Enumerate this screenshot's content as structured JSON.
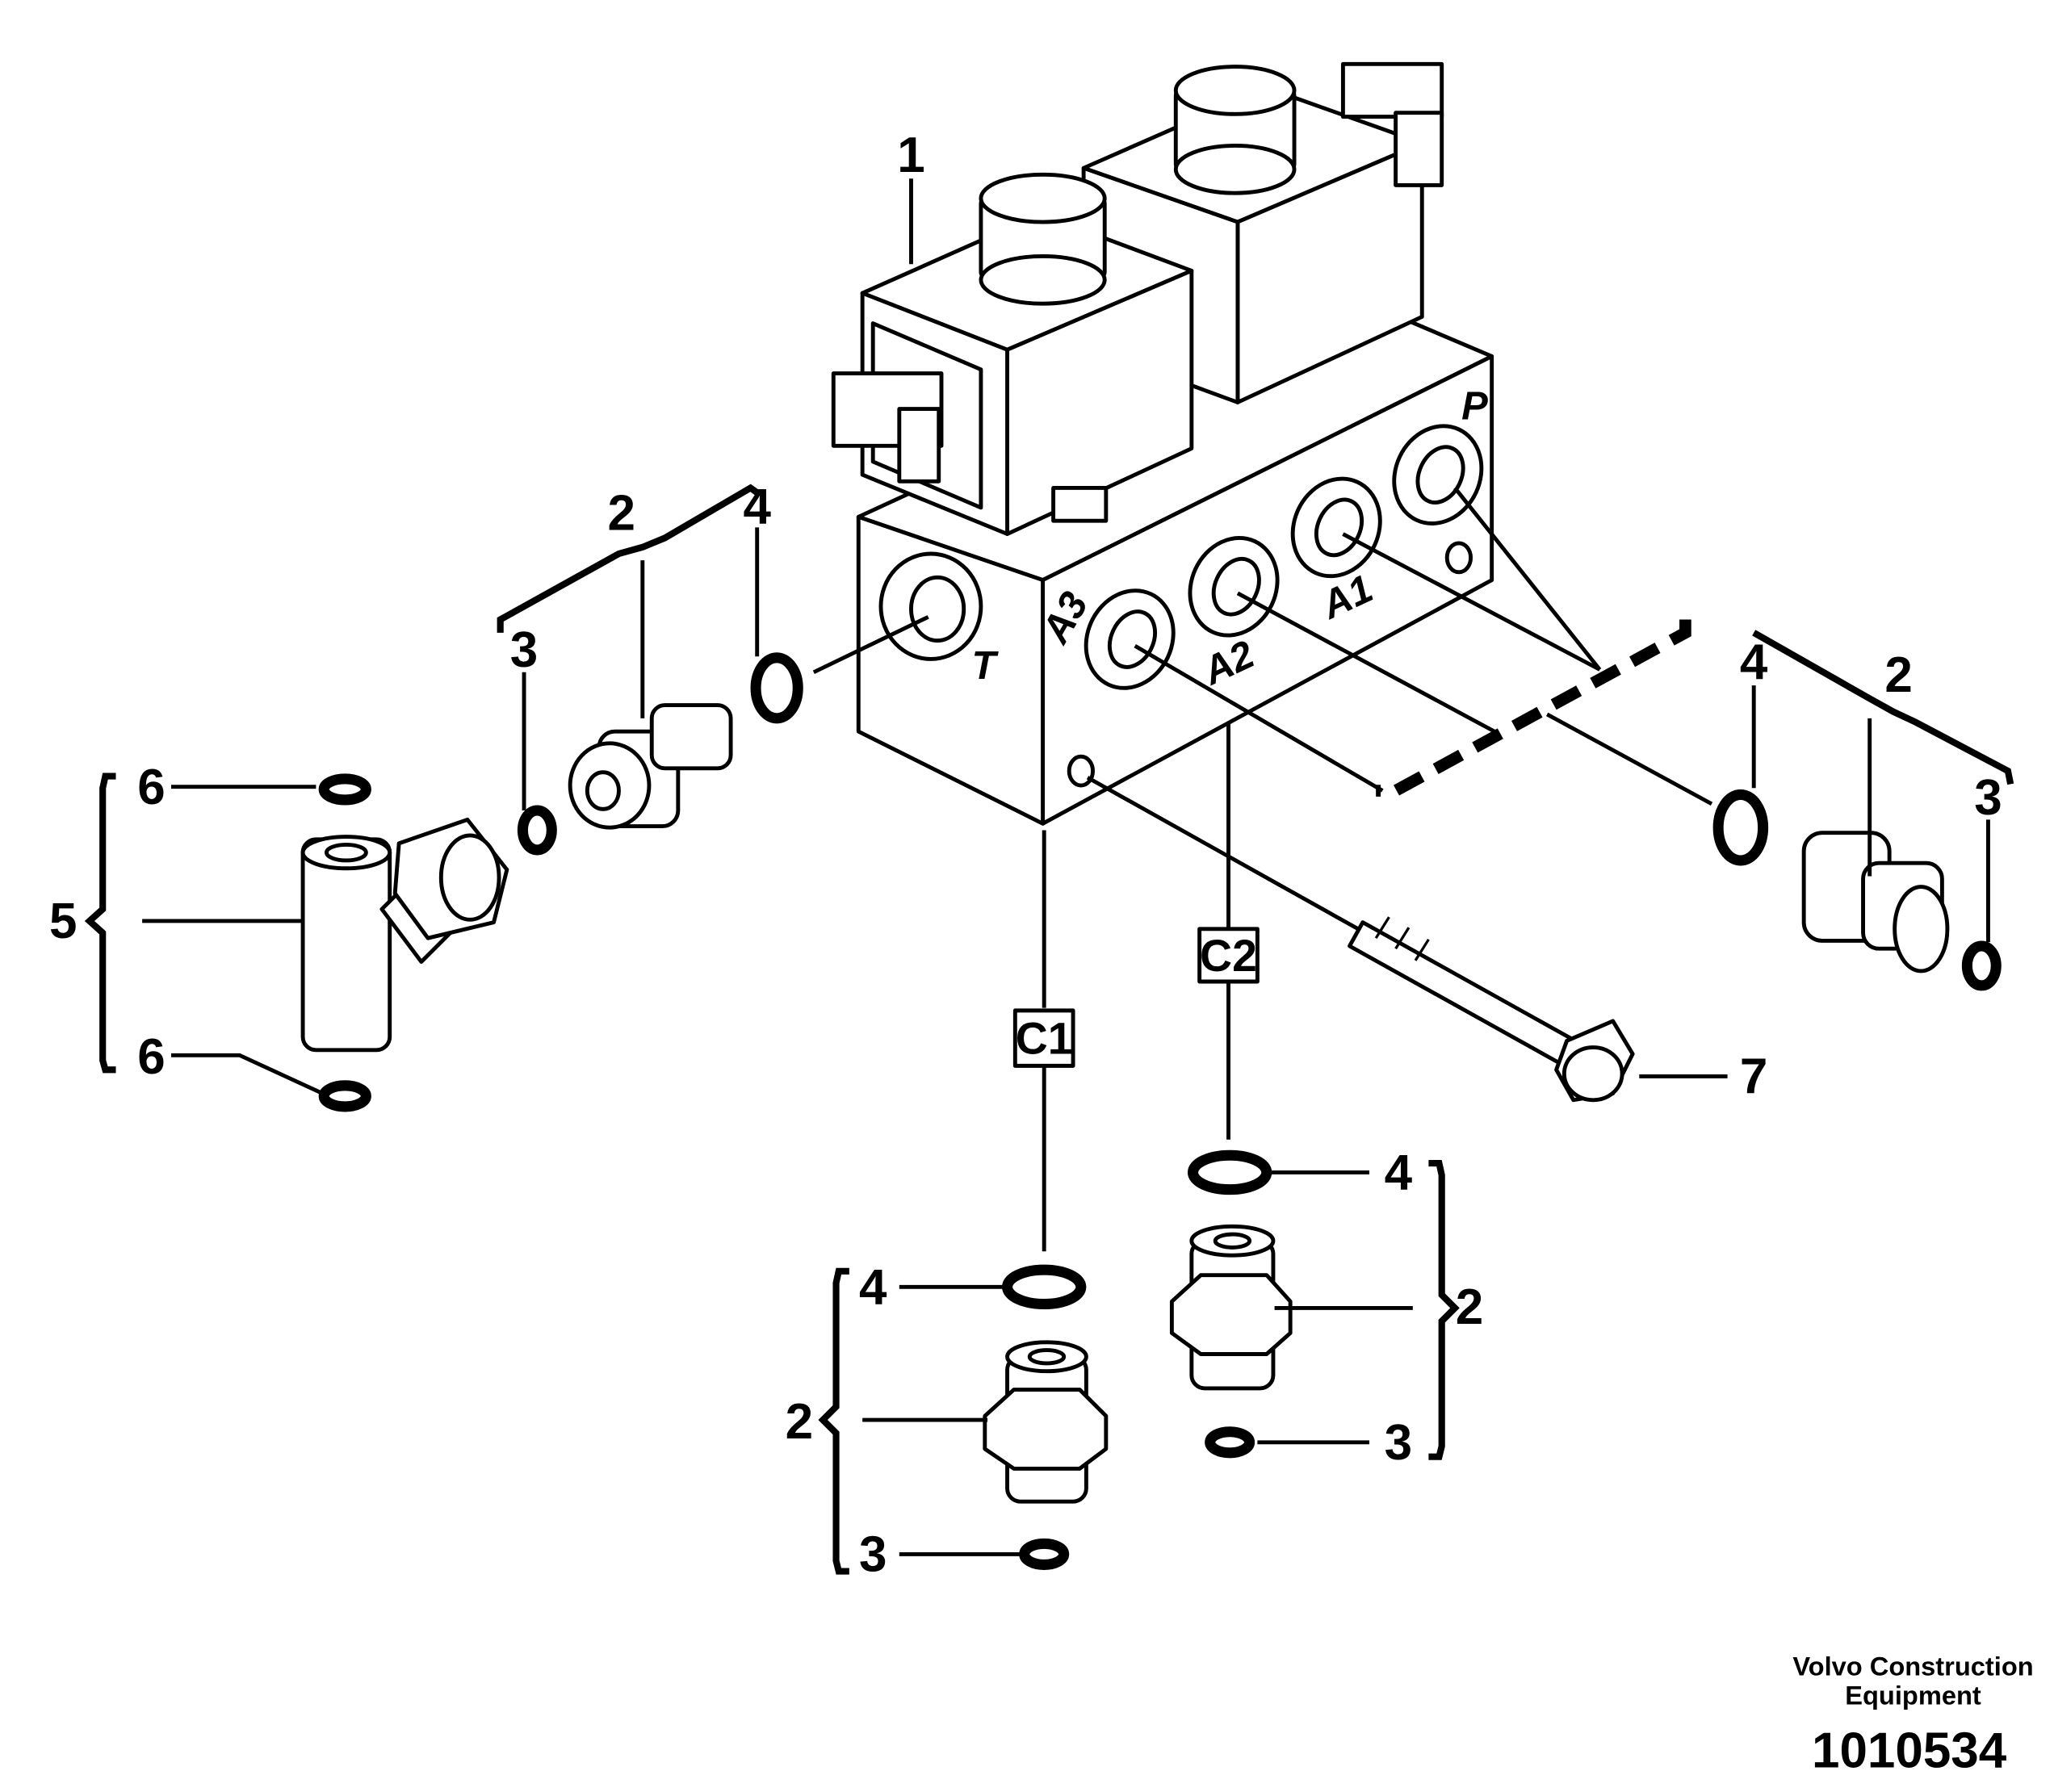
{
  "callouts": {
    "item_1": "1",
    "item_2": "2",
    "item_3": "3",
    "item_4": "4",
    "item_5": "5",
    "item_6": "6",
    "item_7": "7"
  },
  "ports": {
    "t": "T",
    "p": "P",
    "a1": "A1",
    "a2": "A2",
    "a3": "A3"
  },
  "connections": {
    "c1": "C1",
    "c2": "C2"
  },
  "footer": {
    "brand_line1": "Volvo Construction",
    "brand_line2": "Equipment",
    "drawing_number": "1010534"
  }
}
